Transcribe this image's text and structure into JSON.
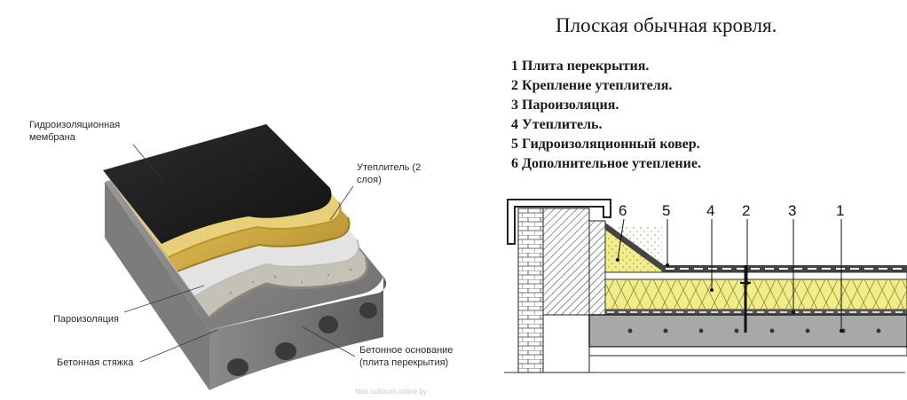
{
  "left_diagram": {
    "callouts": {
      "membrane": "Гидроизоляционная мембрана",
      "insulation": "Утеплитель (2 слоя)",
      "vapor_barrier": "Пароизоляция",
      "screed": "Бетонная стяжка",
      "base": "Бетонное основание (плита перекрытия)"
    }
  },
  "right_diagram": {
    "title": "Плоская обычная кровля.",
    "legend": [
      "1 Плита перекрытия.",
      "2 Крепление утеплителя.",
      "3 Пароизоляция.",
      "4 Утеплитель.",
      "5 Гидроизоляционный ковер.",
      "6 Дополнительное утепление."
    ],
    "numbers": [
      "6",
      "5",
      "4",
      "2",
      "3",
      "1"
    ]
  },
  "watermark": "fibal.ru/forum.online.by"
}
